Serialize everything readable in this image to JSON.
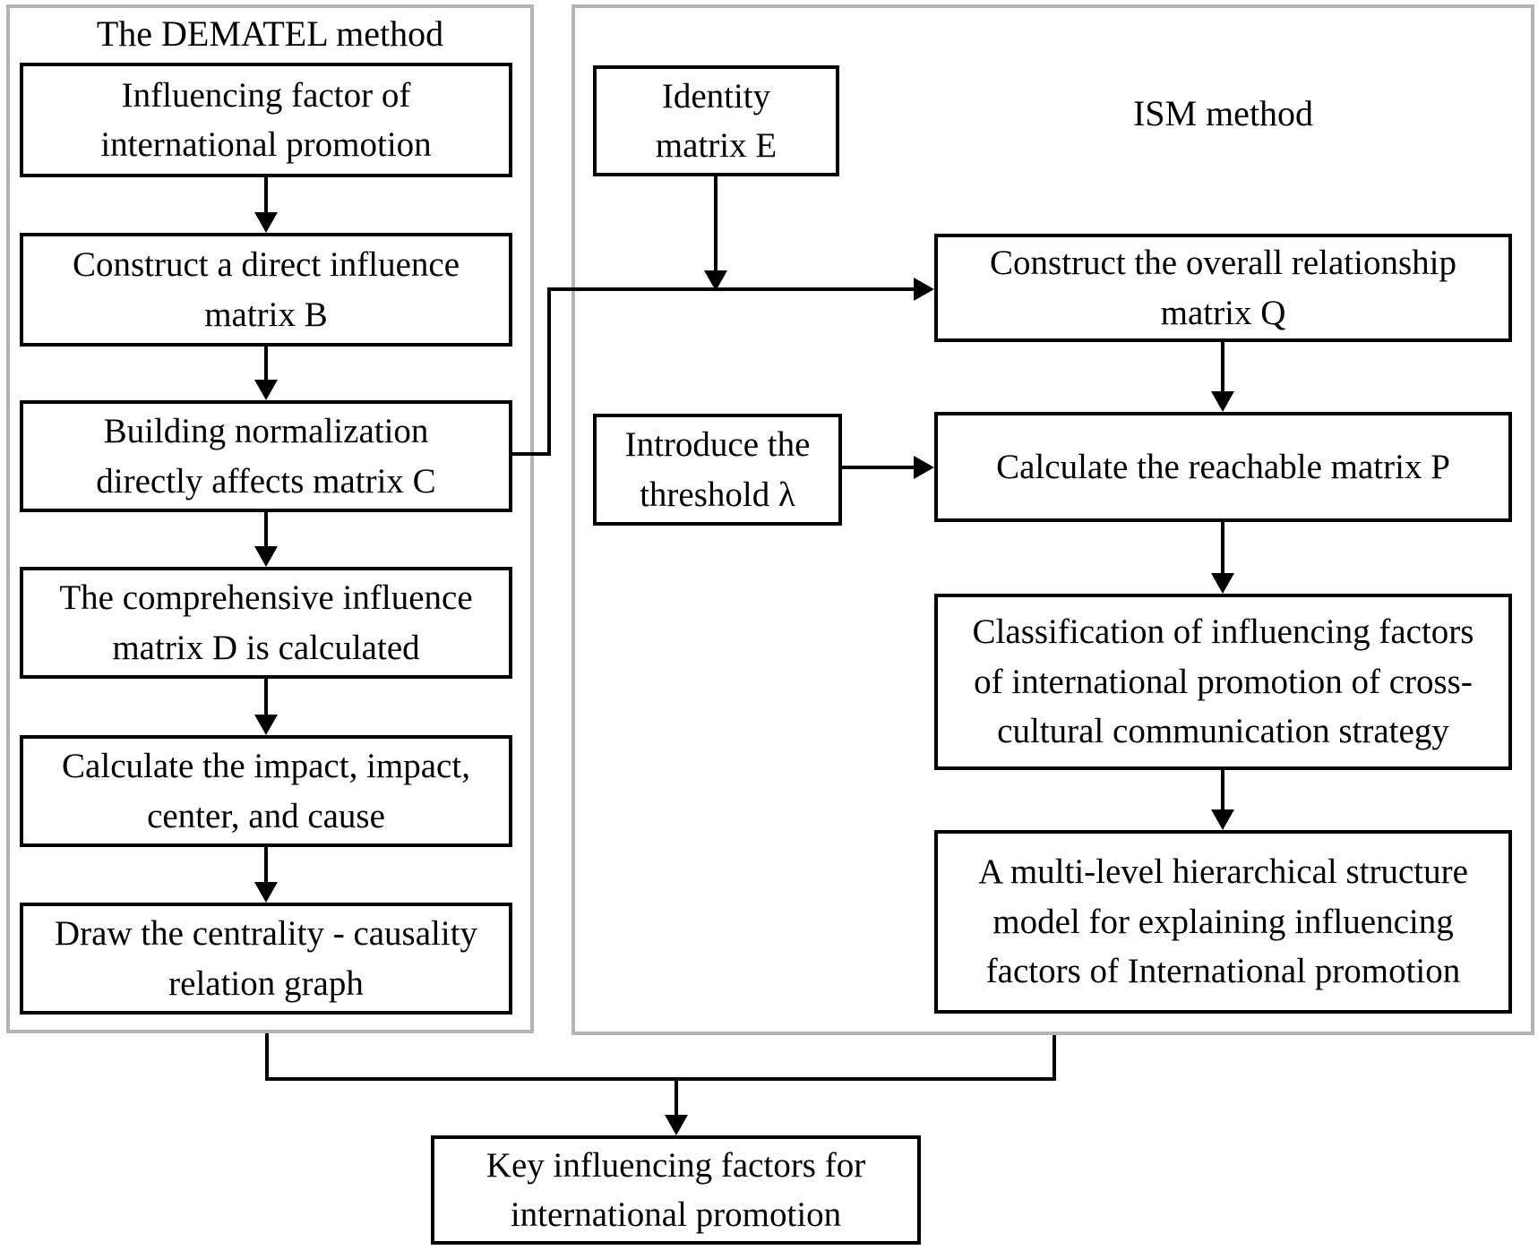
{
  "colors": {
    "line": "#000000",
    "box_border": "#000000",
    "container_border": "#b4b4b4",
    "background": "#ffffff",
    "text": "#000000"
  },
  "dematel": {
    "title": "The DEMATEL method",
    "steps": [
      {
        "label": "Influencing factor of\ninternational promotion"
      },
      {
        "label": "Construct a direct influence\nmatrix B"
      },
      {
        "label": "Building normalization\ndirectly affects matrix C"
      },
      {
        "label": "The comprehensive influence\nmatrix D is calculated"
      },
      {
        "label": "Calculate the impact, impact,\ncenter, and cause"
      },
      {
        "label": "Draw the centrality - causality\nrelation graph"
      }
    ]
  },
  "ism": {
    "title": "ISM method",
    "inputs": [
      {
        "label": "Identity\nmatrix E"
      },
      {
        "label": "Introduce the\nthreshold λ"
      }
    ],
    "steps": [
      {
        "label": "Construct the overall relationship\nmatrix Q"
      },
      {
        "label": "Calculate the reachable matrix P"
      },
      {
        "label": "Classification of influencing factors\nof international promotion of cross-\ncultural communication strategy"
      },
      {
        "label": "A multi-level hierarchical structure\nmodel for explaining influencing\nfactors of International promotion"
      }
    ]
  },
  "output": {
    "label": "Key influencing factors for\ninternational promotion"
  }
}
